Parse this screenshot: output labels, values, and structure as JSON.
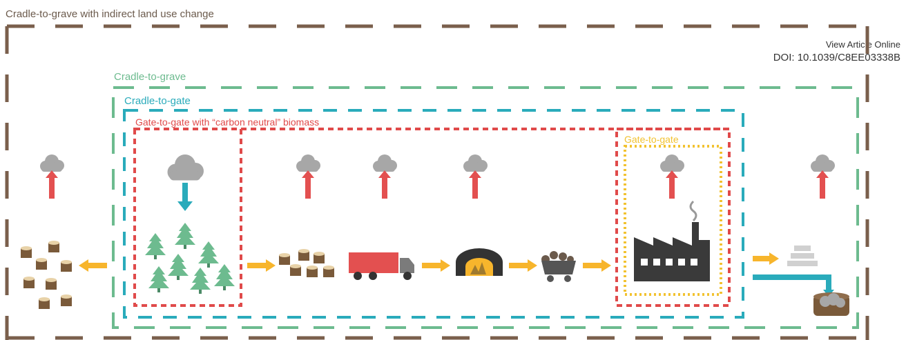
{
  "boundaries": {
    "outer": {
      "label": "Cradle-to-grave with indirect land use change",
      "color": "#7a5f4c"
    },
    "grave": {
      "label": "Cradle-to-grave",
      "color": "#6dbb8f"
    },
    "gate": {
      "label": "Cradle-to-gate",
      "color": "#2aabbb"
    },
    "carbon_neutral": {
      "label": "Gate-to-gate with “carbon neutral” biomass",
      "color": "#e04a4a"
    },
    "gate_to_gate": {
      "label": "Gate-to-gate",
      "color": "#f2c230"
    }
  },
  "article": {
    "view_link": "View Article Online",
    "doi": "DOI: 10.1039/C8EE03338B"
  },
  "colors": {
    "emission_cloud": "#a7a7a7",
    "emission_arrow": "#e35050",
    "uptake_arrow": "#2aabbb",
    "flow_arrow": "#f7b52c",
    "stump": "#7a5a3a",
    "tree": "#6dbb8f",
    "truck_body": "#e35050",
    "truck_cab": "#7b7b7b",
    "kiln": "#333333",
    "fire": "#f7b52c",
    "cart": "#555555",
    "factory": "#3a3a3a",
    "product": "#d0d0d0",
    "landfill": "#7a5a3a"
  },
  "icons": [
    "emission-cloud-icon",
    "uptake-cloud-icon",
    "stump-icon",
    "tree-icon",
    "truck-icon",
    "kiln-icon",
    "cart-icon",
    "factory-icon",
    "product-stack-icon",
    "landfill-icon"
  ]
}
